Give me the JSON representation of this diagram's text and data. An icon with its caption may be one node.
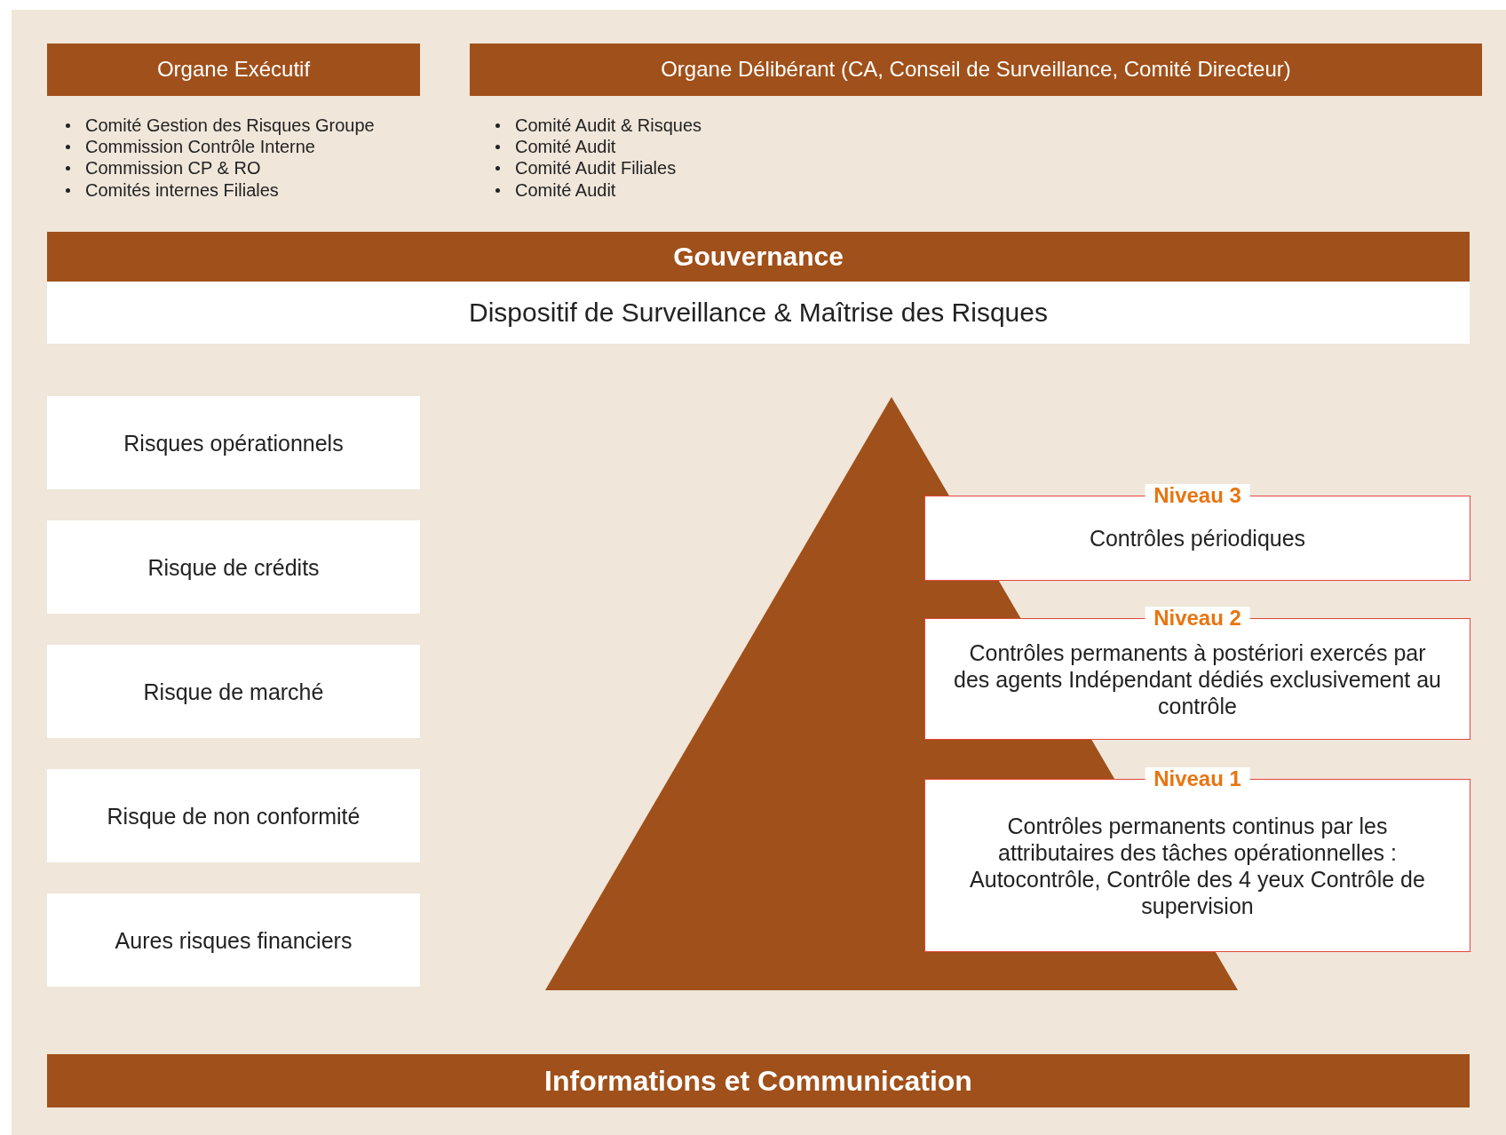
{
  "diagram": {
    "nodes": [
      {
        "text": [
          "Organe Exécutif"
        ]
      },
      {
        "text": [
          "Organe Délibérant (CA, Conseil de Surveillance, Comité Directeur)"
        ]
      },
      {
        "text": [
          "Gouvernance"
        ]
      },
      {
        "text": [
          "Dispositif de Surveillance & Maîtrise des Risques"
        ]
      },
      {
        "text": [
          "Risques opérationnels"
        ]
      },
      {
        "text": [
          "Risque de crédits"
        ]
      },
      {
        "text": [
          "Risque de marché"
        ]
      },
      {
        "text": [
          "Risque de non conformité"
        ]
      },
      {
        "text": [
          "Aures risques financiers"
        ]
      },
      {
        "text": [
          "Niveau 3",
          "Contrôles périodiques"
        ]
      },
      {
        "text": [
          "Niveau 2",
          "Contrôles permanents à postériori exercés par des agents Indépendant dédiés exclusivement au contrôle"
        ]
      },
      {
        "text": [
          "Niveau 1",
          "Contrôles permanents continus par les attributaires des tâches opérationnelles : Autocontrôle, Contrôle des 4 yeux Contrôle de supervision"
        ]
      },
      {
        "text": [
          "Informations et Communication"
        ]
      }
    ],
    "labels": [
      "Comité Gestion des Risques Groupe",
      "Commission Contrôle Interne",
      "Commission CP & RO",
      "Comités internes Filiales",
      "Comité Audit & Risques",
      "Comité Audit",
      "Comité Audit Filiales",
      "Comité Audit"
    ]
  }
}
